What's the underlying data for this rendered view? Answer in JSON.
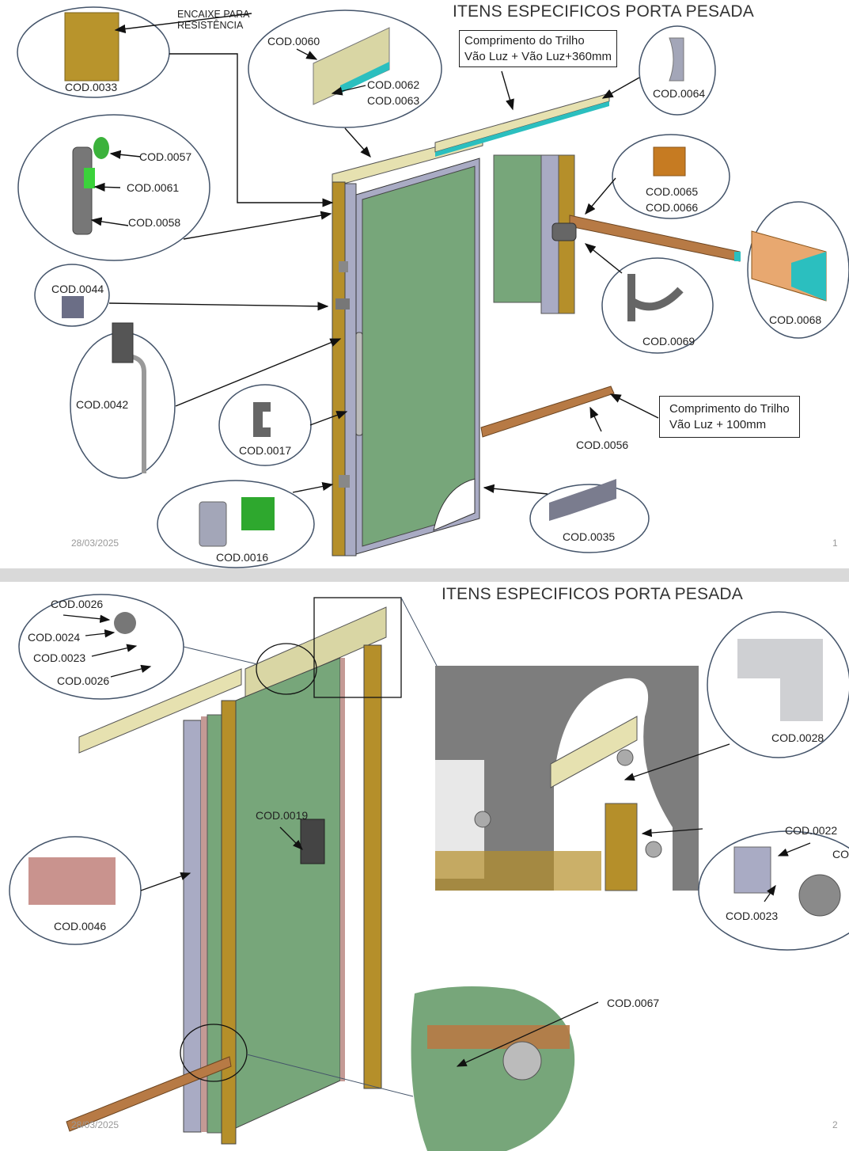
{
  "slides": [
    {
      "title": "ITENS ESPECIFICOS PORTA PESADA",
      "date": "28/03/2025",
      "page_number": "1",
      "callouts": {
        "encaixe": "ENCAIXE PARA\nRESISTÊNCIA",
        "c0033": "COD.0033",
        "c0060": "COD.0060",
        "c0062": "COD.0062",
        "c0063": "COD.0063",
        "c0064": "COD.0064",
        "c0057": "COD.0057",
        "c0061": "COD.0061",
        "c0058": "COD.0058",
        "c0065": "COD.0065",
        "c0066": "COD.0066",
        "c0068": "COD.0068",
        "c0069": "COD.0069",
        "c0044": "COD.0044",
        "c0042": "COD.0042",
        "c0017": "COD.0017",
        "c0016": "COD.0016",
        "c0056": "COD.0056",
        "c0035": "COD.0035"
      },
      "notes": {
        "top_rail_line1": "Comprimento do Trilho",
        "top_rail_line2": "Vão Luz + Vão Luz+360mm",
        "bottom_rail_line1": "Comprimento do Trilho",
        "bottom_rail_line2": "Vão Luz + 100mm"
      }
    },
    {
      "title": "ITENS ESPECIFICOS PORTA PESADA",
      "date": "28/03/2025",
      "page_number": "2",
      "callouts": {
        "c0026a": "COD.0026",
        "c0024": "COD.0024",
        "c0023a": "COD.0023",
        "c0026b": "COD.0026",
        "c0019": "COD.0019",
        "c0046": "COD.0046",
        "c0028": "COD.0028",
        "c0022": "COD.0022",
        "c0023b": "COD.0023",
        "c_partial": "COD",
        "c0067": "COD.0067"
      }
    }
  ],
  "colors": {
    "door_panel": "#77a67a",
    "frame_gold": "#b58f2a",
    "frame_grey": "#a9abc4",
    "rail_cream": "#e6e1b0",
    "rail_teal": "#2bbfbf",
    "track_copper": "#b77a45",
    "callout_ring": "#44546a",
    "green_part": "#3bb23b",
    "gasket_pink": "#c49a95"
  }
}
